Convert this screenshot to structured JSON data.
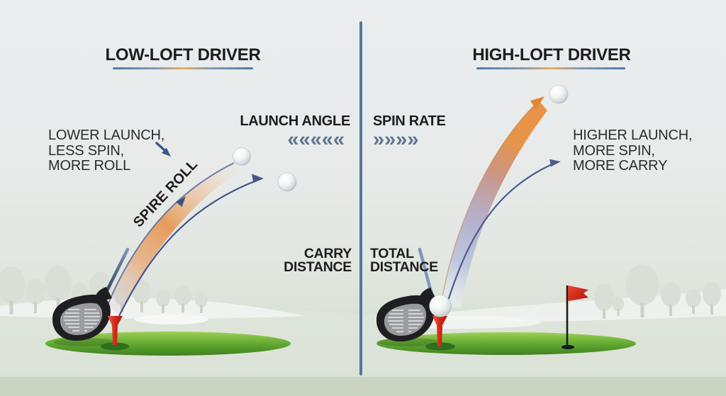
{
  "diagram": {
    "left": {
      "title": "LOW-LOFT DRIVER",
      "description": [
        "LOWER LAUNCH,",
        "LESS SPIN,",
        "MORE ROLL"
      ],
      "curve_label": "SPIRE ROLL",
      "metric_label": "LAUNCH ANGLE",
      "metric_chevrons": "«««««",
      "distance_label": [
        "CARRY",
        "DISTANCE"
      ]
    },
    "right": {
      "title": "HIGH-LOFT DRIVER",
      "description": [
        "HIGHER LAUNCH,",
        "MORE SPIN,",
        "MORE CARRY"
      ],
      "metric_label": "SPIN RATE",
      "metric_chevrons": "»»»»",
      "distance_label": [
        "TOTAL",
        "DISTANCE"
      ]
    },
    "colors": {
      "divider": "#4c7aa3",
      "trajectory_orange": "#e78f3e",
      "trajectory_blue": "#4d5c90",
      "chevron": "#5f7690",
      "green": "#5a9e32",
      "flag_red": "#d42718",
      "tee_red": "#d93327",
      "text": "#1d1d1f"
    }
  }
}
